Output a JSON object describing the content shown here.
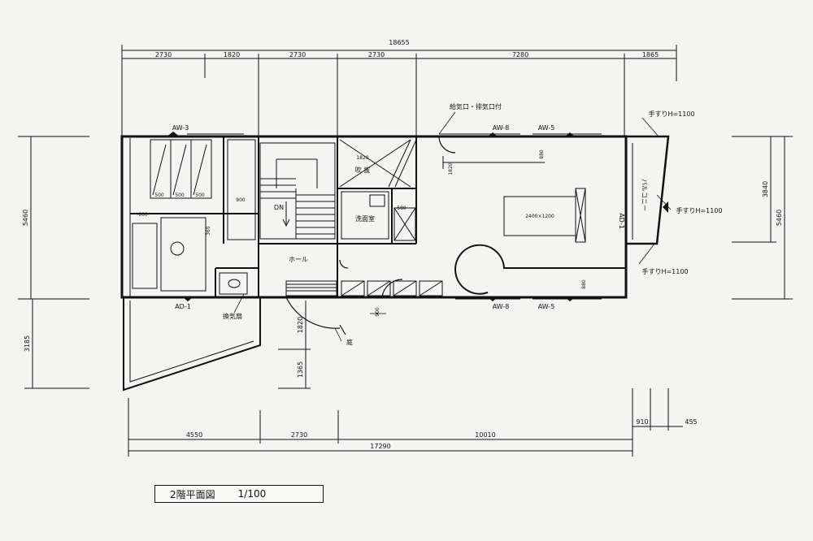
{
  "drawing": {
    "title": "2階平面図",
    "scale": "1/100"
  },
  "dimensions": {
    "top_total": "18655",
    "top_segments": [
      "2730",
      "1820",
      "2730",
      "2730",
      "7280",
      "1865"
    ],
    "bottom_segments": [
      "4550",
      "2730",
      "10010"
    ],
    "bottom_total": "17290",
    "bottom_right_segments": [
      "910",
      "455"
    ],
    "left_overall": "5460",
    "left_lower": "3185",
    "right_inner": "3840",
    "right_overall": "5460",
    "hall_vertical_1": "1820",
    "hall_vertical_2": "1365",
    "fukinuke_width": "1820",
    "fukinuke_depth": "1820",
    "door_900": "900",
    "aw_label_880_top": "880",
    "aw_label_880_bottom": "880",
    "closet_500_a": "500",
    "closet_500_b": "500",
    "closet_500_c": "500",
    "closet_900": "900",
    "closet_600": "600",
    "wc_365": "365",
    "wash_580": "580"
  },
  "labels": {
    "aw3": "AW-3",
    "aw8_top": "AW-8",
    "aw5_top": "AW-5",
    "aw8_bottom": "AW-8",
    "aw5_bottom": "AW-5",
    "ad1_left": "AD-1",
    "ad1_right": "AD-1",
    "dn": "DN",
    "hall": "ホール",
    "fukinuke": "吹 抜",
    "senmenjo": "洗面室",
    "table": "2400×1200",
    "balcony": "バルコニー",
    "vent_note": "給気口・排気口付",
    "handrail_top": "手すりH=1100",
    "handrail_right": "手すりH=1100",
    "handrail_bottom": "手すりH=1100",
    "kankisen": "換気扇",
    "niwa": "庭"
  }
}
